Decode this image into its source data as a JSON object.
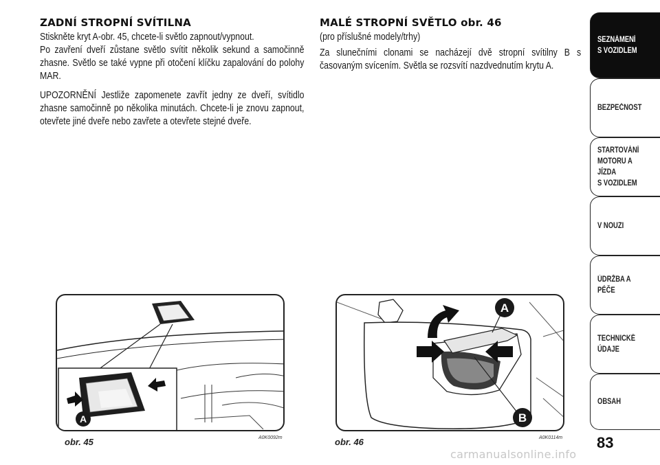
{
  "left": {
    "heading": "ZADNÍ STROPNÍ SVÍTILNA",
    "p1": "Stiskněte kryt A-obr. 45, chcete-li světlo zapnout/vypnout.",
    "p2": "Po zavření dveří zůstane světlo svítit několik sekund a samočinně zhasne. Světlo se také vypne při otočení klíčku zapalování do polohy MAR.",
    "p3": "UPOZORNĚNÍ Jestliže zapomenete zavřít jedny ze dveří, svítidlo zhasne samočinně po několika minutách. Chcete-li je znovu zapnout, otevřete jiné dveře nebo zavřete a otevřete stejné dveře."
  },
  "right": {
    "heading": "MALÉ STROPNÍ SVĚTLO obr. 46",
    "subheading": "(pro příslušné modely/trhy)",
    "p1": "Za slunečními clonami se nacházejí dvě stropní svítilny B s časovaným svícením. Světla se rozsvítí nazdvednutím krytu A."
  },
  "figures": {
    "fig45": {
      "caption": "obr. 45",
      "code": "A0K0092m",
      "label_a": "A"
    },
    "fig46": {
      "caption": "obr. 46",
      "code": "A0K0114m",
      "label_a": "A",
      "label_b": "B"
    }
  },
  "sidebar": {
    "tabs": [
      {
        "label": "SEZNÁMENÍ\nS VOZIDLEM",
        "active": true
      },
      {
        "label": "BEZPEČNOST",
        "active": false
      },
      {
        "label": "STARTOVÁNÍ\nMOTORU A JÍZDA\nS VOZIDLEM",
        "active": false
      },
      {
        "label": "V NOUZI",
        "active": false
      },
      {
        "label": "ÚDRŽBA A PÉČE",
        "active": false
      },
      {
        "label": "TECHNICKÉ\nÚDAJE",
        "active": false
      },
      {
        "label": "OBSAH",
        "active": false
      }
    ]
  },
  "page_number": "83",
  "watermark": "carmanualsonline.info"
}
